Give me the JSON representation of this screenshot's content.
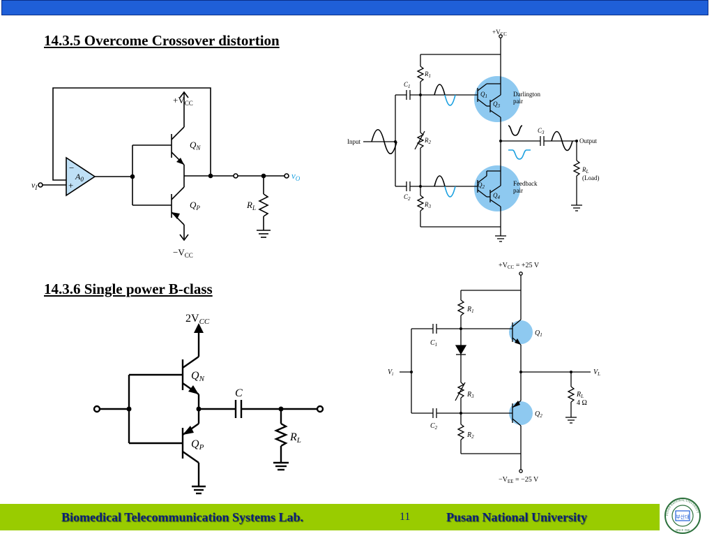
{
  "slide": {
    "section1_title": "14.3.5  Overcome Crossover distortion",
    "section2_title": "14.3.6  Single power B-class",
    "colors": {
      "top_bar": "#1f5fd8",
      "footer": "#99cc00",
      "footer_text": "#0a1f7a",
      "highlight": "#7ec3f2",
      "signal": "#1aa0e0"
    }
  },
  "circuit1": {
    "vcc_pos": "+V",
    "vcc_pos_sub": "CC",
    "vcc_neg": "−V",
    "vcc_neg_sub": "CC",
    "opamp": "A",
    "opamp_sub": "0",
    "minus": "−",
    "plus": "+",
    "vin": "v",
    "vin_sub": "I",
    "vout": "v",
    "vout_sub": "O",
    "qn": "Q",
    "qn_sub": "N",
    "qp": "Q",
    "qp_sub": "P",
    "rl": "R",
    "rl_sub": "L"
  },
  "circuit2": {
    "vcc": "+V",
    "vcc_sub": "CC",
    "r1": "R",
    "r1_sub": "1",
    "r2": "R",
    "r2_sub": "2",
    "r3": "R",
    "r3_sub": "3",
    "c1": "C",
    "c1_sub": "1",
    "c2": "C",
    "c2_sub": "2",
    "c3": "C",
    "c3_sub": "3",
    "q1": "Q",
    "q1_sub": "1",
    "q2": "Q",
    "q2_sub": "2",
    "q3": "Q",
    "q3_sub": "3",
    "q4": "Q",
    "q4_sub": "4",
    "input": "Input",
    "output": "Output",
    "darlington_1": "Darlington",
    "darlington_2": "pair",
    "feedback_1": "Feedback",
    "feedback_2": "pair",
    "rl": "R",
    "rl_sub": "L",
    "load": "(Load)"
  },
  "circuit3": {
    "vcc": "2V",
    "vcc_sub": "CC",
    "qn": "Q",
    "qn_sub": "N",
    "qp": "Q",
    "qp_sub": "P",
    "c": "C",
    "rl": "R",
    "rl_sub": "L"
  },
  "circuit4": {
    "vcc": "+V",
    "vcc_sub": "CC",
    "vcc_val": " = +25 V",
    "vee": "−V",
    "vee_sub": "EE",
    "vee_val": " = −25 V",
    "r1": "R",
    "r1_sub": "1",
    "r2": "R",
    "r2_sub": "2",
    "r3": "R",
    "r3_sub": "3",
    "c1": "C",
    "c1_sub": "1",
    "c2": "C",
    "c2_sub": "2",
    "q1": "Q",
    "q1_sub": "1",
    "q2": "Q",
    "q2_sub": "2",
    "vi": "V",
    "vi_sub": "i",
    "vl": "V",
    "vl_sub": "L",
    "rl": "R",
    "rl_sub": "L",
    "rl_val": "4 Ω"
  },
  "footer": {
    "left": "Biomedical Telecommunication Systems Lab.",
    "page": "11",
    "right": "Pusan National University"
  },
  "logo": {
    "ring_text": "PUSAN NATIONAL UNIVERSITY",
    "since": "SINCE 1946",
    "mark": "부산대"
  }
}
